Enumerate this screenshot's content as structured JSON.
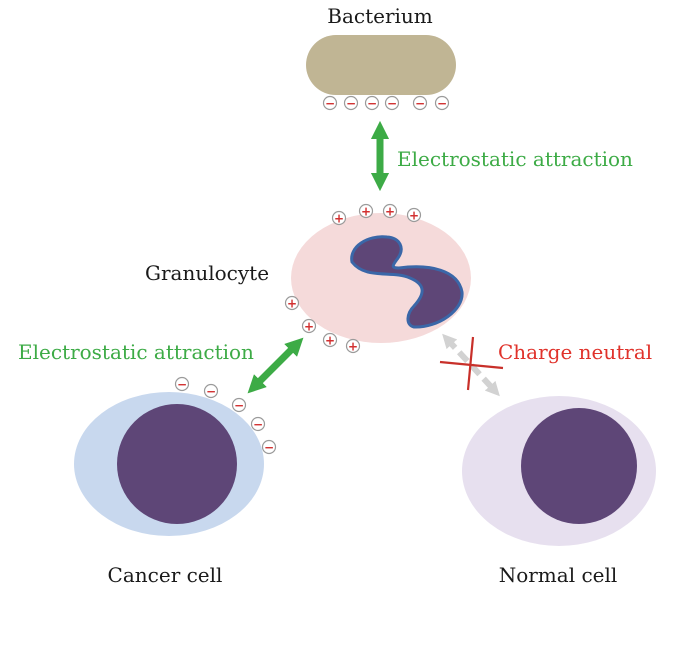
{
  "labels": {
    "bacterium": "Bacterium",
    "granulocyte": "Granulocyte",
    "cancer_cell": "Cancer cell",
    "normal_cell": "Normal cell",
    "attraction_top": "Electrostatic attraction",
    "attraction_left": "Electrostatic attraction",
    "charge_neutral": "Charge neutral"
  },
  "charge_symbols": {
    "positive": "+",
    "negative": "−"
  },
  "colors": {
    "bacterium": "#c0b594",
    "granulocyte_cytoplasm": "#f5dada",
    "nucleus": "#5e4677",
    "granulocyte_nucleus_outline": "#3a67a8",
    "cancer_cytoplasm": "#c8d8ee",
    "normal_cytoplasm": "#e7e0ef",
    "attraction_arrow": "#3dab46",
    "neutral_arrow": "#d2d2d2",
    "neutral_cross": "#c8302a",
    "charge_sign": "#d23030"
  }
}
